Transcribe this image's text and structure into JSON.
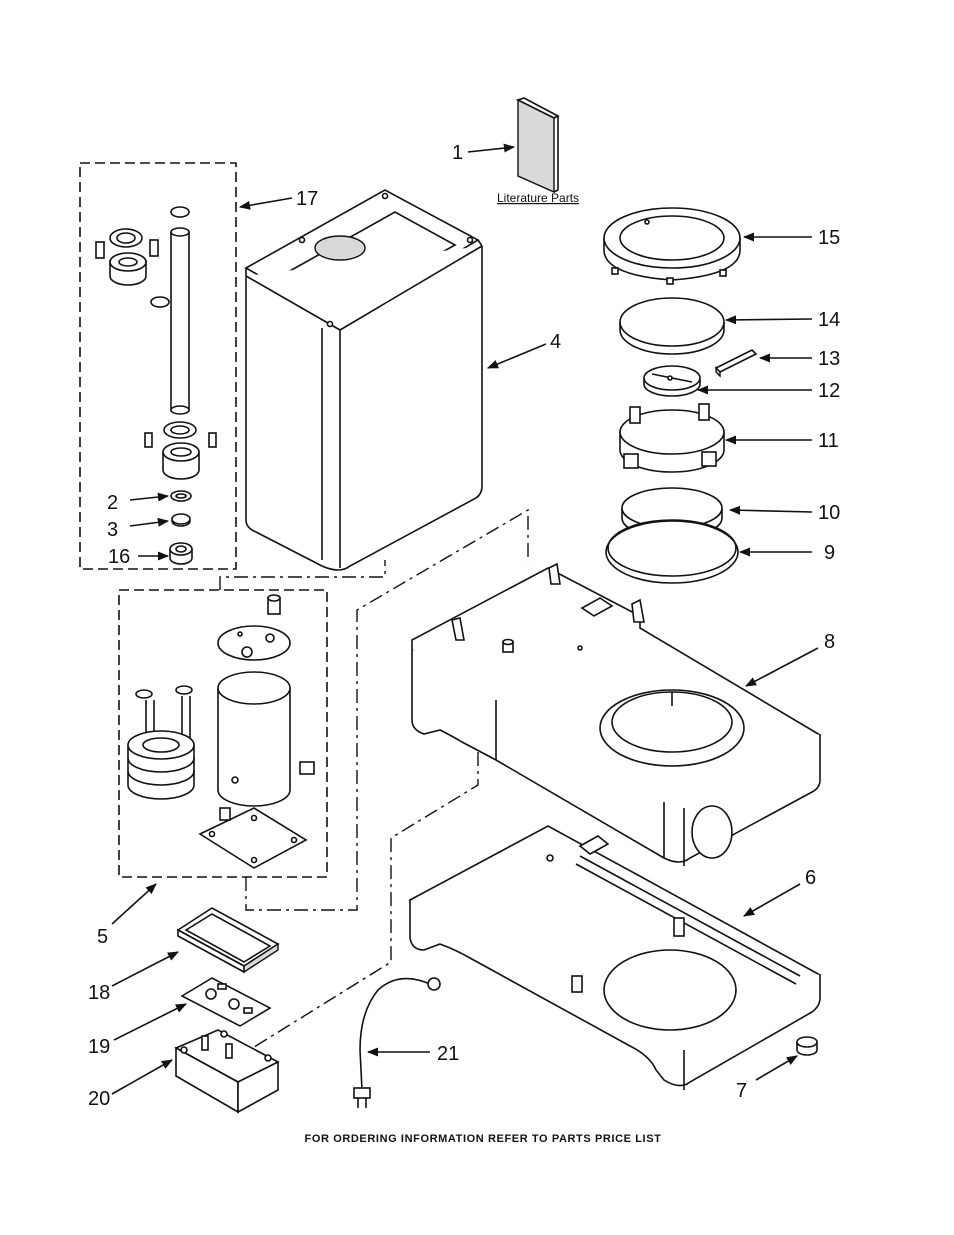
{
  "callouts": {
    "c1": "1",
    "c2": "2",
    "c3": "3",
    "c4": "4",
    "c5": "5",
    "c6": "6",
    "c7": "7",
    "c8": "8",
    "c9": "9",
    "c10": "10",
    "c11": "11",
    "c12": "12",
    "c13": "13",
    "c14": "14",
    "c15": "15",
    "c16": "16",
    "c17": "17",
    "c18": "18",
    "c19": "19",
    "c20": "20",
    "c21": "21"
  },
  "literature_label": "Literature Parts",
  "footer_text": "FOR ORDERING INFORMATION REFER TO PARTS PRICE LIST"
}
